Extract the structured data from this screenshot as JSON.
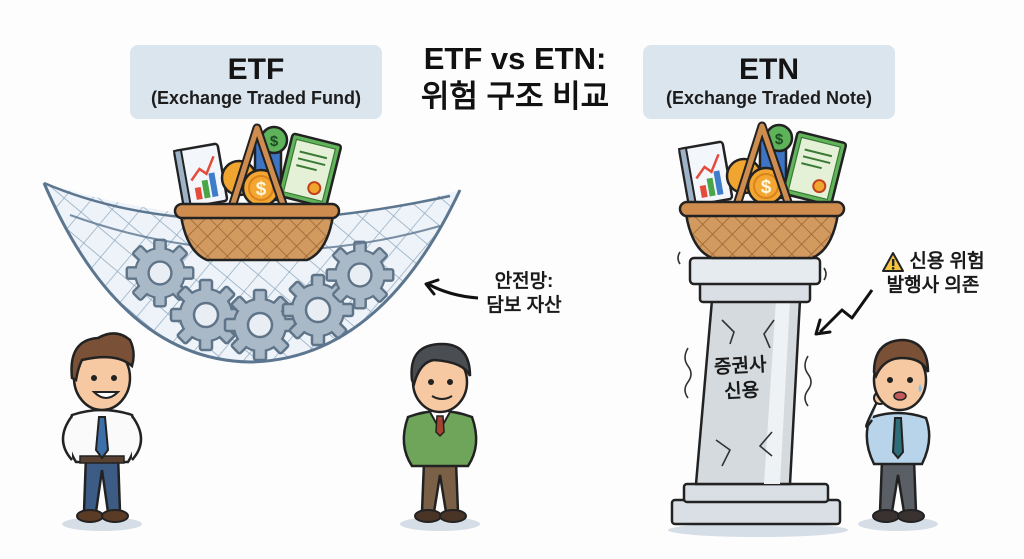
{
  "title": {
    "line1": "ETF vs ETN:",
    "line2": "위험 구조 비교"
  },
  "etf": {
    "abbr": "ETF",
    "full_name": "(Exchange Traded Fund)",
    "callout_line1": "안전망:",
    "callout_line2": "담보 자산",
    "basket_contents": [
      "chart-report",
      "gold-coin",
      "dollar-coin",
      "certificate"
    ],
    "net_contents": "gears",
    "people": [
      "happy-man-white-shirt",
      "calm-man-green-sweater"
    ]
  },
  "etn": {
    "abbr": "ETN",
    "full_name": "(Exchange Traded Note)",
    "warning_icon": "warning-triangle-icon",
    "callout_line1": "신용 위험",
    "callout_line2": "발행사 의존",
    "pillar_line1": "증권사",
    "pillar_line2": "신용",
    "basket_contents": [
      "chart-report",
      "gold-coin",
      "dollar-coin",
      "certificate"
    ],
    "people": [
      "worried-man-blue-shirt"
    ]
  },
  "colors": {
    "label_bg": "#dbe5ee",
    "net": "#6d8aa6",
    "gear": "#a9b9c8",
    "basket": "#c98e55",
    "pillar": "#d7dde2",
    "warning": "#f5c542"
  }
}
